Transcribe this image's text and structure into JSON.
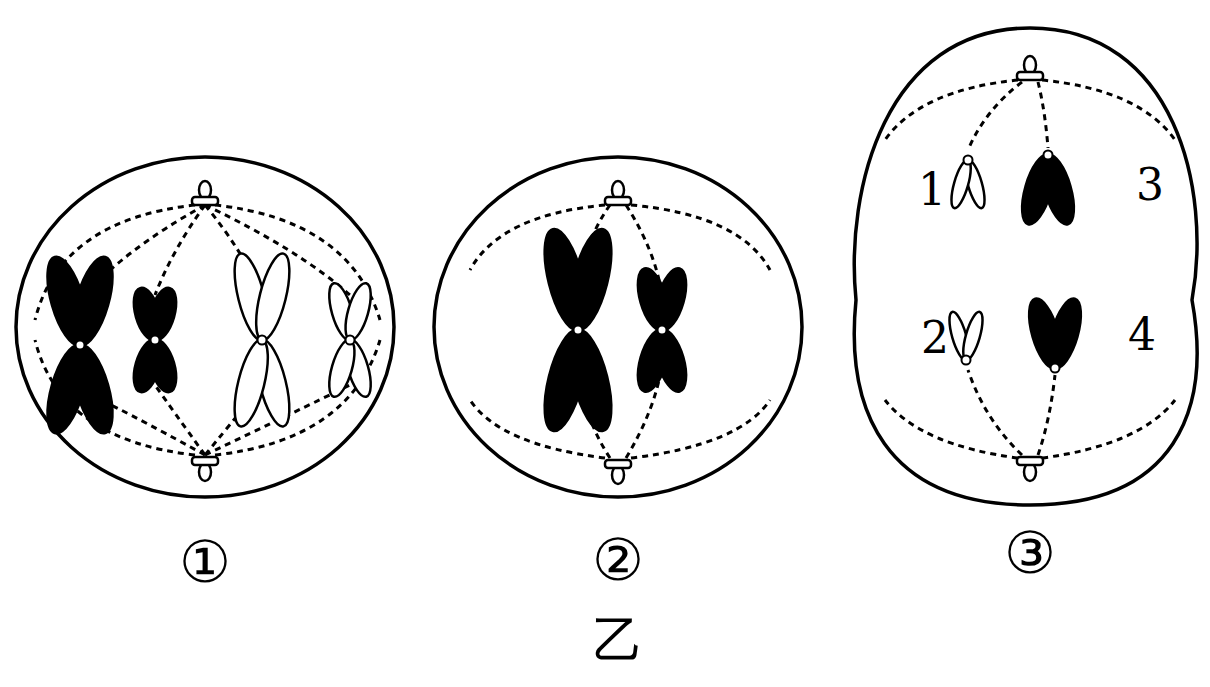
{
  "diagram": {
    "labels": [
      "①",
      "②",
      "③",
      "乙",
      "1",
      "3",
      "2",
      "4"
    ]
  }
}
